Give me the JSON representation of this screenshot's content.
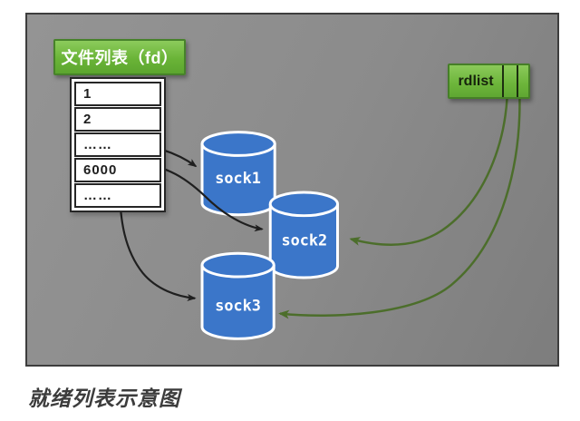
{
  "figure": {
    "fd_header": {
      "label": "文件列表（fd）"
    },
    "fd_table": {
      "rows": [
        "1",
        "2",
        "……",
        "6000",
        "……"
      ]
    },
    "rdlist": {
      "label": "rdlist",
      "pointer_cells": 2
    },
    "sockets": {
      "sock1": "sock1",
      "sock2": "sock2",
      "sock3": "sock3"
    },
    "colors": {
      "background_gray": "#8b8b8b",
      "cylinder_blue": "#3b76c9",
      "cylinder_stroke": "#ffffff",
      "node_green": "#6fbe3e",
      "node_border_green": "#47822a",
      "arrow_black": "#1f1f1f",
      "arrow_green": "#4c6e2b"
    }
  },
  "caption": "就绪列表示意图"
}
